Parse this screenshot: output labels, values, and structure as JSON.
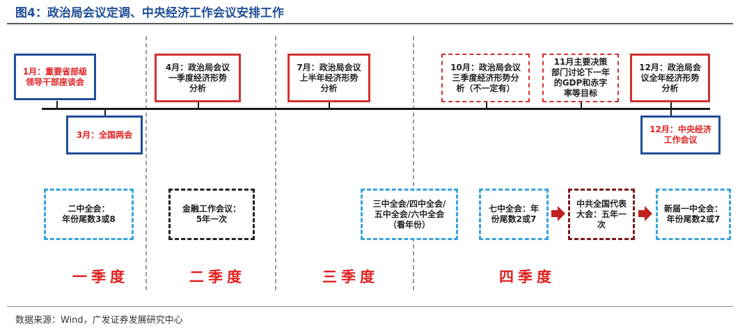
{
  "title": "图4：政治局会议定调、中央经济工作会议安排工作",
  "timeline_events": [
    "1月：重要省部级\n领导干部座谈会",
    "3月：全国两会",
    "4月：政治局会议\n一季度经济形势\n分析",
    "7月：政治局会议\n上半年经济形势\n分析",
    "10月：政治局会议\n三季度经济形势分\n析（不一定有）",
    "11月主要决策\n部门讨论下一年\n的GDP和赤字\n率等目标",
    "12月：政治局会\n议全年经济形势\n分析",
    "12月：中央经济\n工作会议"
  ],
  "plenary_events": [
    "二中全会：\n年份尾数3或8",
    "金融工作会议：\n5年一次",
    "三中全会/四中全会/\n五中全会/六中全会\n（看年份）",
    "七中全会：年\n份尾数2或7",
    "中共全国代表\n大会：五年一\n次",
    "新届一中全会：\n年份尾数2或7"
  ],
  "quarters": [
    "一季度",
    "二季度",
    "三季度",
    "四季度"
  ],
  "source": "数据来源：Wind，广发证券发展研究中心",
  "colors": {
    "title_blue": "#1f4e96",
    "red": "#e02020",
    "box_red": "#d32f2f",
    "cyan": "#3aa3dc",
    "maroon": "#7a1a1a",
    "arrow_red": "#c0201e"
  }
}
